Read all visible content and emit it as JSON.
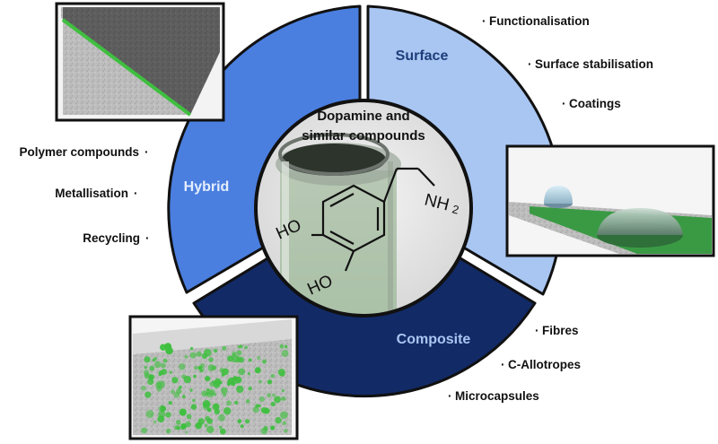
{
  "center": {
    "title_line1": "Dopamine and",
    "title_line2": "similar compounds",
    "formula": {
      "nh": "NH",
      "nh_sub": "2",
      "ho_top": "HO",
      "ho_bottom": "HO"
    }
  },
  "segments": {
    "surface": {
      "label": "Surface",
      "color": "#a9c6f2",
      "label_color": "#1f3d7a",
      "items": [
        "Functionalisation",
        "Surface stabilisation",
        "Coatings"
      ]
    },
    "hybrid": {
      "label": "Hybrid",
      "color": "#4a7fe0",
      "label_color": "#e6eefc",
      "items": [
        "Polymer compounds",
        "Metallisation",
        "Recycling"
      ]
    },
    "composite": {
      "label": "Composite",
      "color": "#122a66",
      "label_color": "#a9c6f2",
      "items": [
        "Fibres",
        "C-Allotropes",
        "Microcapsules"
      ]
    }
  },
  "colors": {
    "accent_green": "#3fbf3f",
    "outline": "#111111"
  }
}
